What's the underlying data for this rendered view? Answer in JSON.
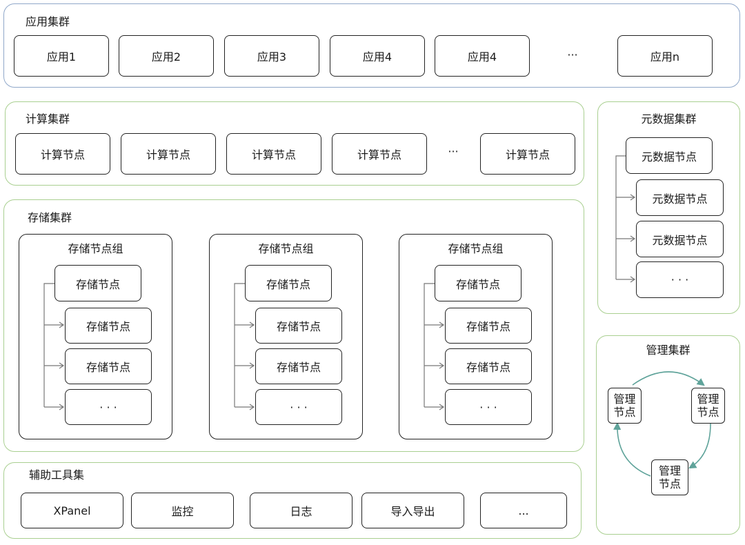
{
  "app_cluster": {
    "title": "应用集群",
    "apps": [
      "应用1",
      "应用2",
      "应用3",
      "应用4",
      "应用4"
    ],
    "ellipsis": "···",
    "last": "应用n"
  },
  "compute_cluster": {
    "title": "计算集群",
    "nodes": [
      "计算节点",
      "计算节点",
      "计算节点",
      "计算节点"
    ],
    "ellipsis": "···",
    "last": "计算节点"
  },
  "storage_cluster": {
    "title": "存储集群",
    "groups": [
      {
        "title": "存储节点组",
        "primary": "存储节点",
        "nodes": [
          "存储节点",
          "存储节点"
        ],
        "more": "· · ·"
      },
      {
        "title": "存储节点组",
        "primary": "存储节点",
        "nodes": [
          "存储节点",
          "存储节点"
        ],
        "more": "· · ·"
      },
      {
        "title": "存储节点组",
        "primary": "存储节点",
        "nodes": [
          "存储节点",
          "存储节点"
        ],
        "more": "· · ·"
      }
    ]
  },
  "metadata_cluster": {
    "title": "元数据集群",
    "primary": "元数据节点",
    "nodes": [
      "元数据节点",
      "元数据节点"
    ],
    "more": "· · ·"
  },
  "management_cluster": {
    "title": "管理集群",
    "nodes": [
      {
        "line1": "管理",
        "line2": "节点"
      },
      {
        "line1": "管理",
        "line2": "节点"
      },
      {
        "line1": "管理",
        "line2": "节点"
      }
    ],
    "arrow_color": "#5fa39a"
  },
  "tools": {
    "title": "辅助工具集",
    "items": [
      "XPanel",
      "监控",
      "日志",
      "导入导出",
      "..."
    ]
  },
  "colors": {
    "app_border": "#8fa7c9",
    "cluster_border": "#a9cf90",
    "box_border": "#222222",
    "connector": "#777777"
  }
}
